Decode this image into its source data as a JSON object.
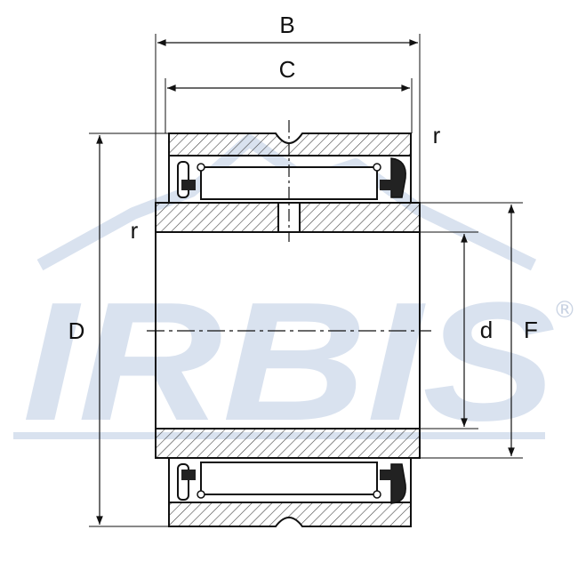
{
  "diagram": {
    "labels": {
      "B": "B",
      "C": "C",
      "D": "D",
      "d": "d",
      "F": "F",
      "r_top_right": "r",
      "r_left": "r"
    },
    "watermark": {
      "text": "IRBIS",
      "registered": "®"
    },
    "colors": {
      "line": "#111111",
      "hatch": "#444444",
      "watermark": "#d9e2ef",
      "background": "#ffffff"
    }
  }
}
